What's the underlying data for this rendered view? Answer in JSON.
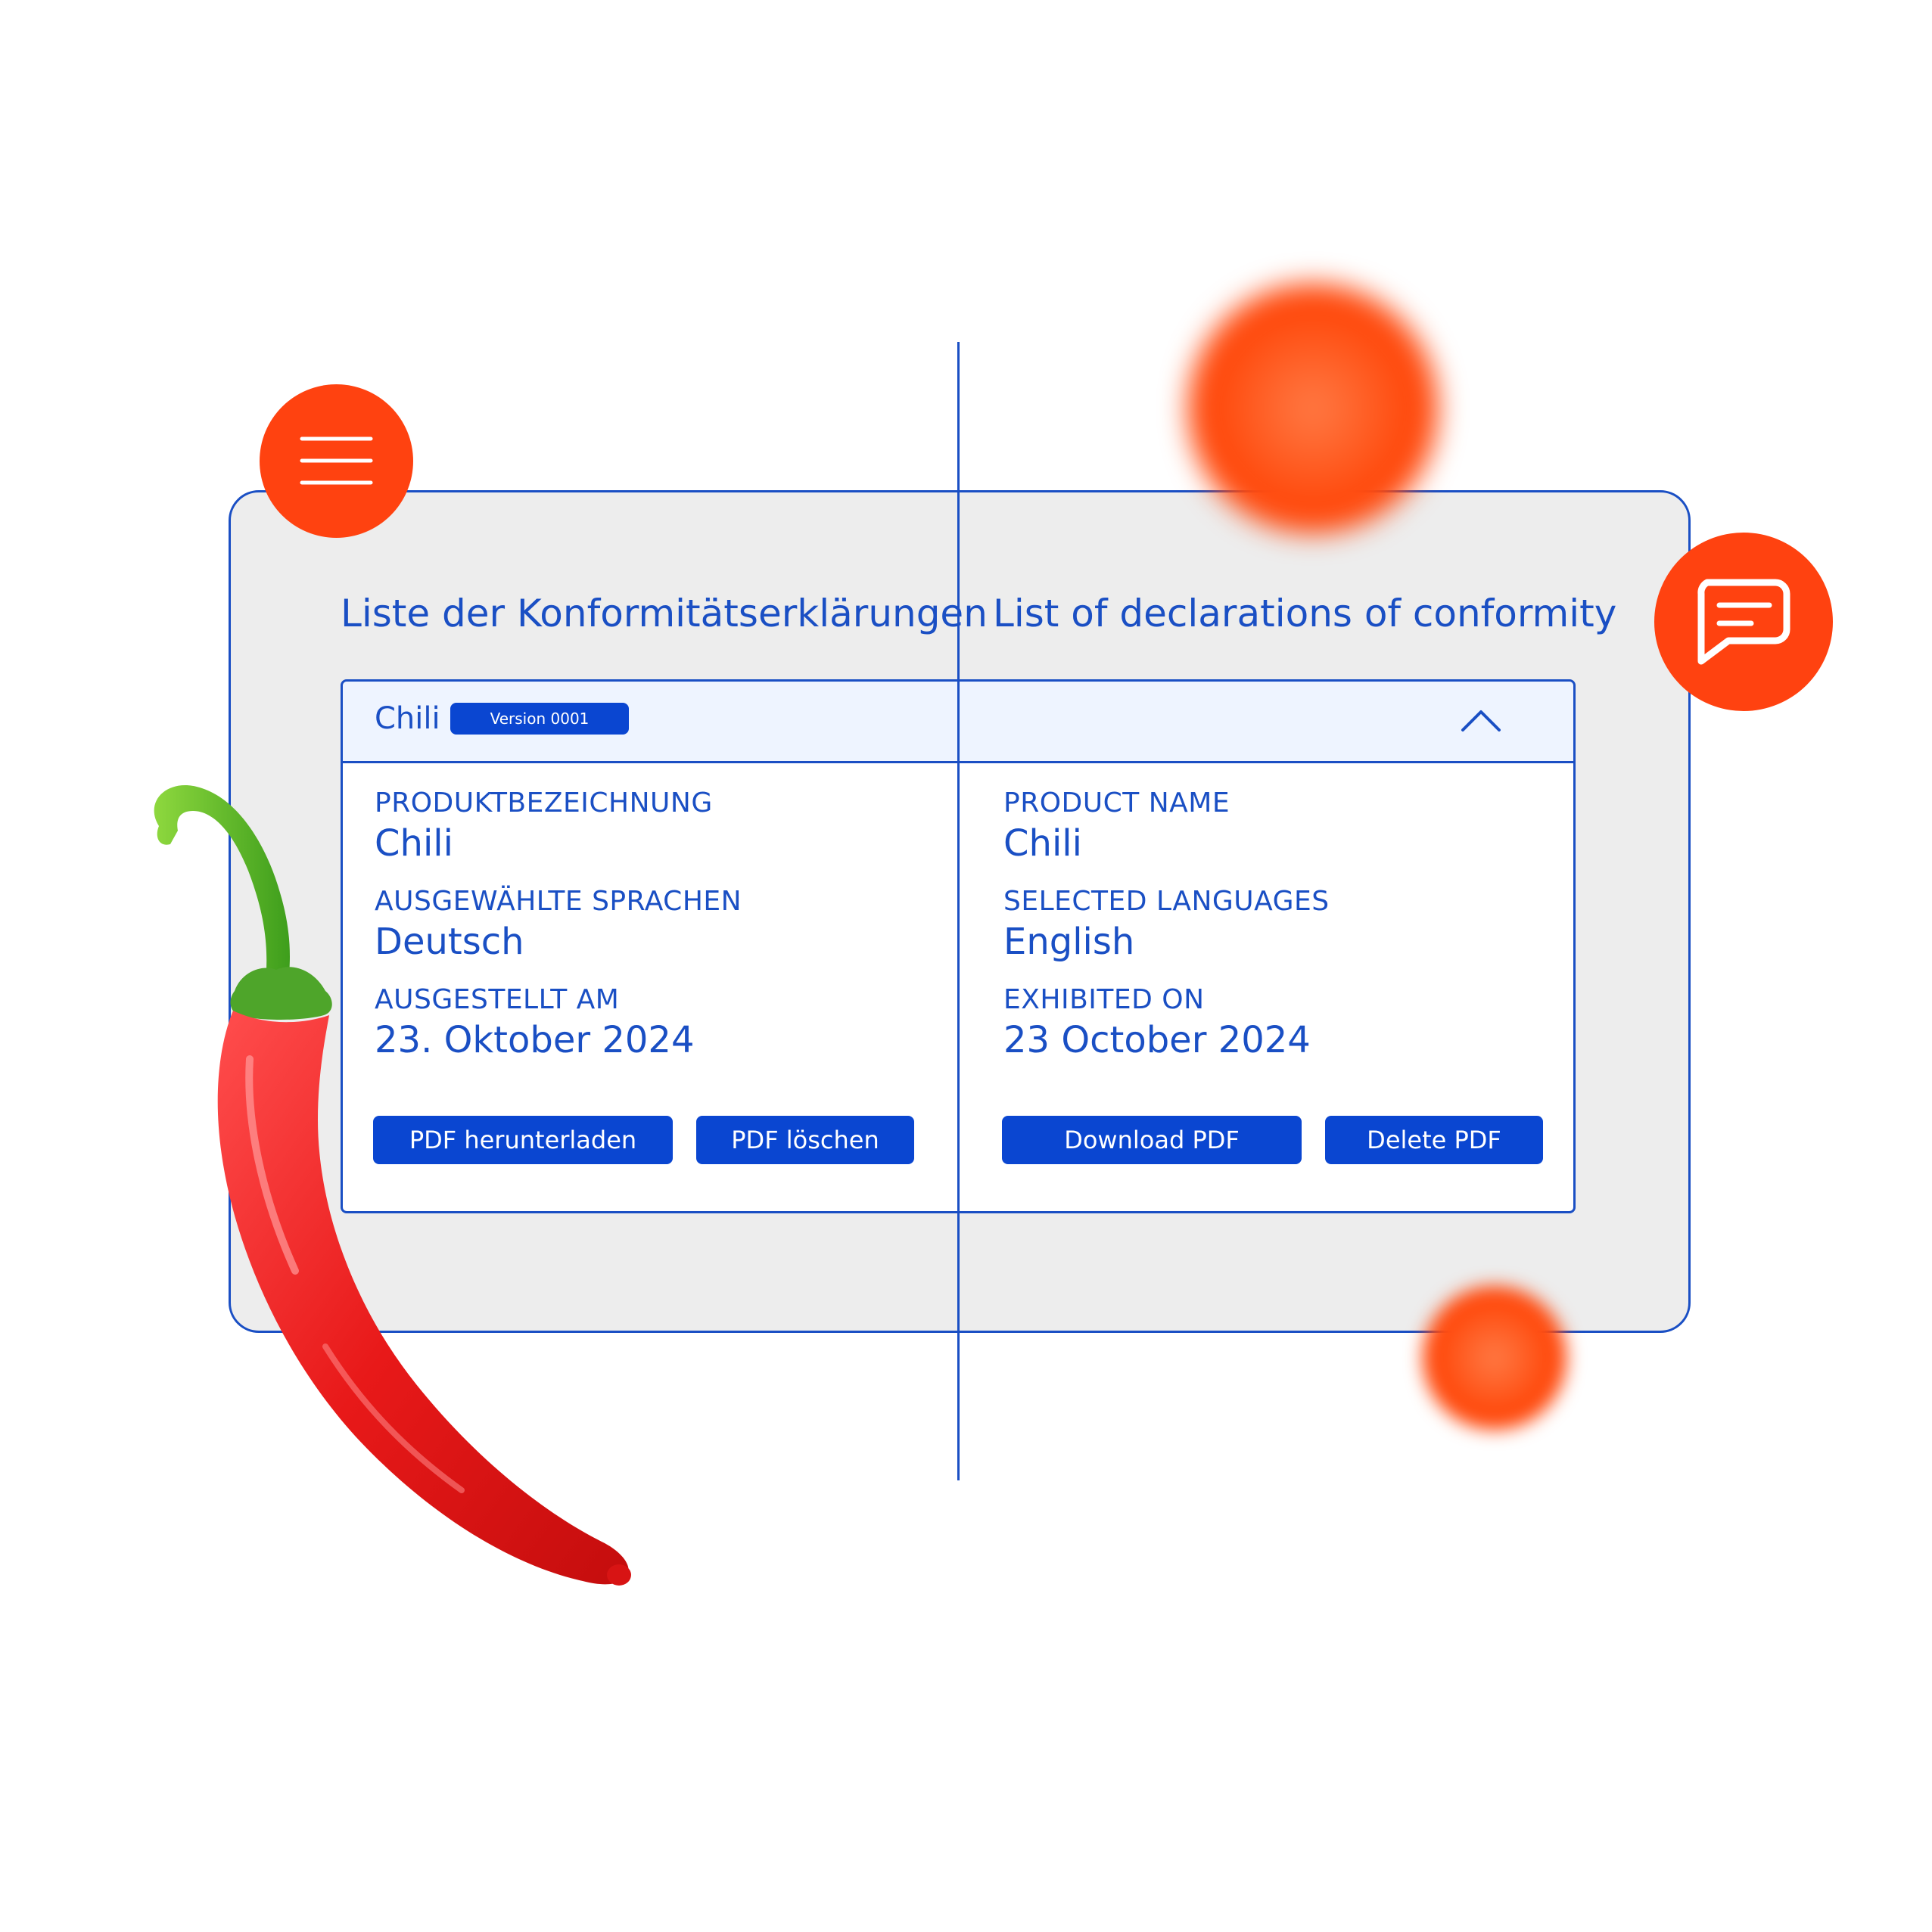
{
  "headings": {
    "de": "Liste der Konformitätserklärungen",
    "en": "List of declarations of conformity"
  },
  "card": {
    "title": "Chili",
    "version_badge": "Version 0001"
  },
  "de": {
    "product_name_label": "PRODUKTBEZEICHNUNG",
    "product_name_value": "Chili",
    "languages_label": "AUSGEWÄHLTE SPRACHEN",
    "languages_value": "Deutsch",
    "issued_label": "AUSGESTELLT AM",
    "issued_value": "23. Oktober 2024",
    "download_button": "PDF herunterladen",
    "delete_button": "PDF löschen"
  },
  "en": {
    "product_name_label": "PRODUCT NAME",
    "product_name_value": "Chili",
    "languages_label": "SELECTED LANGUAGES",
    "languages_value": "English",
    "issued_label": "EXHIBITED ON",
    "issued_value": "23 October 2024",
    "download_button": "Download PDF",
    "delete_button": "Delete PDF"
  },
  "icons": {
    "menu": "hamburger-menu-icon",
    "chat": "chat-bubble-icon",
    "collapse": "chevron-up-icon"
  },
  "colors": {
    "brand_blue": "#0a46d1",
    "text_blue": "#1a4fc4",
    "accent_orange": "#ff4210",
    "panel_gray": "#ededed",
    "header_tint": "#eef4ff"
  }
}
